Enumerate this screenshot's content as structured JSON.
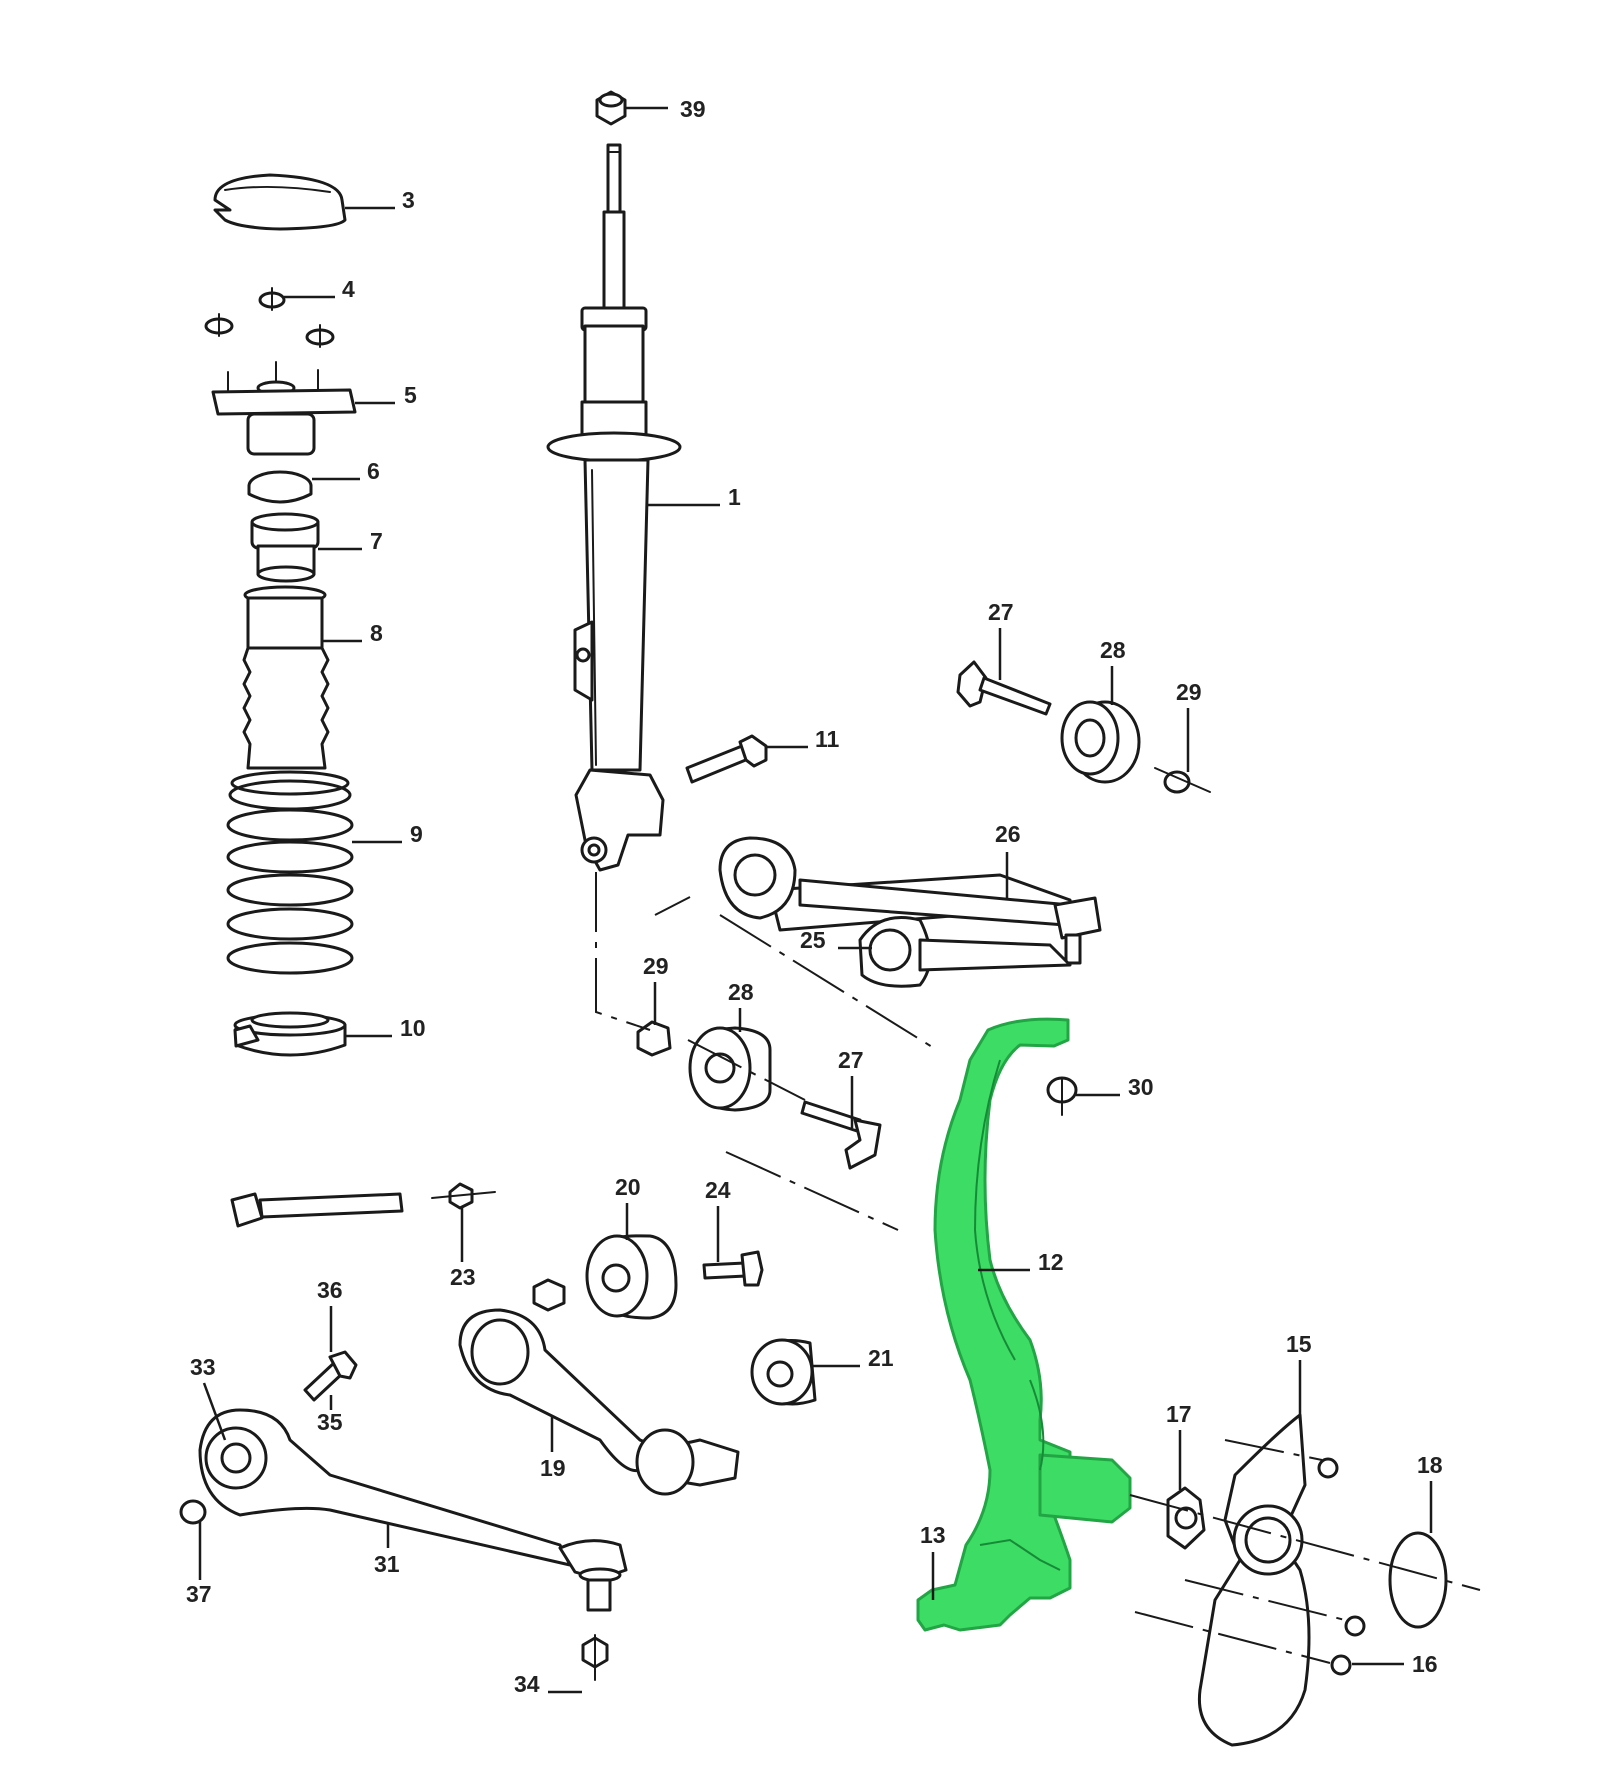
{
  "diagram": {
    "highlight_color": "#3ddc64",
    "callouts": [
      {
        "id": "1",
        "text": "1"
      },
      {
        "id": "3",
        "text": "3"
      },
      {
        "id": "4",
        "text": "4"
      },
      {
        "id": "5",
        "text": "5"
      },
      {
        "id": "6",
        "text": "6"
      },
      {
        "id": "7",
        "text": "7"
      },
      {
        "id": "8",
        "text": "8"
      },
      {
        "id": "9",
        "text": "9"
      },
      {
        "id": "10",
        "text": "10"
      },
      {
        "id": "11",
        "text": "11"
      },
      {
        "id": "12",
        "text": "12"
      },
      {
        "id": "13",
        "text": "13"
      },
      {
        "id": "15",
        "text": "15"
      },
      {
        "id": "16",
        "text": "16"
      },
      {
        "id": "17",
        "text": "17"
      },
      {
        "id": "18",
        "text": "18"
      },
      {
        "id": "19",
        "text": "19"
      },
      {
        "id": "20",
        "text": "20"
      },
      {
        "id": "21",
        "text": "21"
      },
      {
        "id": "23",
        "text": "23"
      },
      {
        "id": "24",
        "text": "24"
      },
      {
        "id": "25",
        "text": "25"
      },
      {
        "id": "26",
        "text": "26"
      },
      {
        "id": "27a",
        "text": "27"
      },
      {
        "id": "27b",
        "text": "27"
      },
      {
        "id": "28a",
        "text": "28"
      },
      {
        "id": "28b",
        "text": "28"
      },
      {
        "id": "29a",
        "text": "29"
      },
      {
        "id": "29b",
        "text": "29"
      },
      {
        "id": "30",
        "text": "30"
      },
      {
        "id": "31",
        "text": "31"
      },
      {
        "id": "33",
        "text": "33"
      },
      {
        "id": "34",
        "text": "34"
      },
      {
        "id": "35",
        "text": "35"
      },
      {
        "id": "36",
        "text": "36"
      },
      {
        "id": "37",
        "text": "37"
      },
      {
        "id": "39",
        "text": "39"
      }
    ]
  }
}
